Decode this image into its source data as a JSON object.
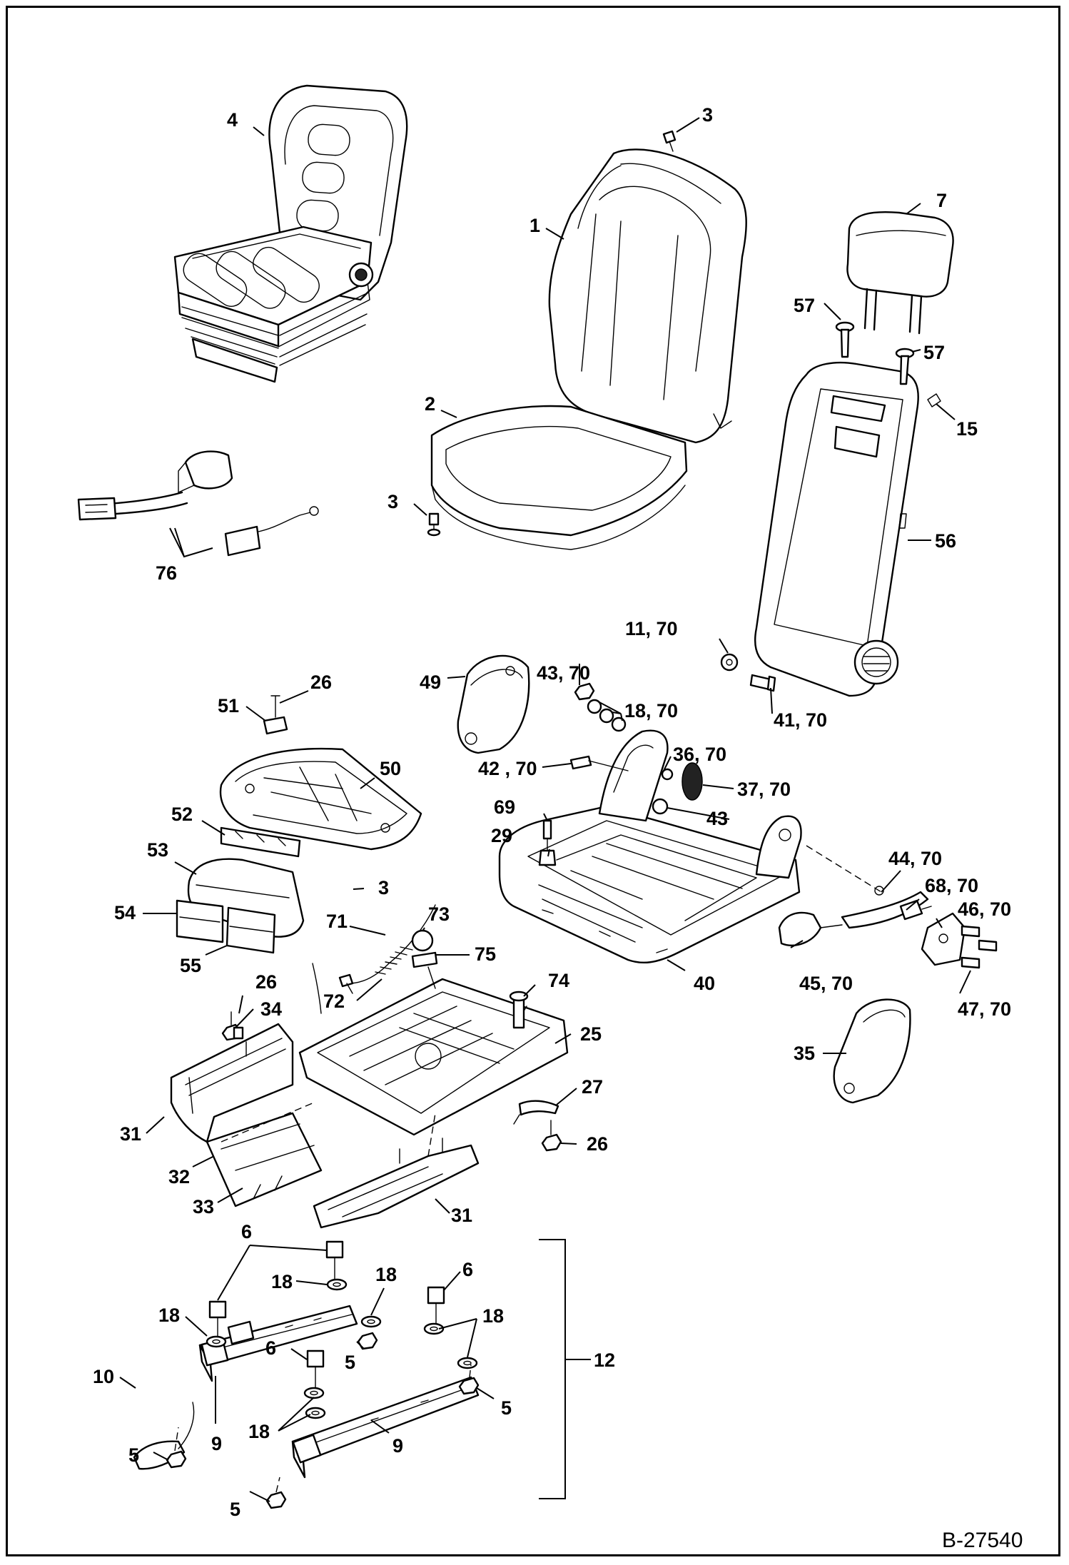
{
  "drawing_ref": "B-27540",
  "callouts": {
    "c3a": "3",
    "c4": "4",
    "c1": "1",
    "c7": "7",
    "c57a": "57",
    "c57b": "57",
    "c15": "15",
    "c2": "2",
    "c3b": "3",
    "c56": "56",
    "c76": "76",
    "c11_70": "11, 70",
    "c49": "49",
    "c43_70": "43, 70",
    "c18_70": "18, 70",
    "c41_70": "41, 70",
    "c26a": "26",
    "c51": "51",
    "c50": "50",
    "c42_70": "42 , 70",
    "c36_70": "36, 70",
    "c37_70": "37, 70",
    "c69": "69",
    "c43": "43",
    "c52": "52",
    "c29": "29",
    "c44_70": "44, 70",
    "c53": "53",
    "c3c": "3",
    "c68_70": "68, 70",
    "c46_70": "46, 70",
    "c73": "73",
    "c54": "54",
    "c71": "71",
    "c75": "75",
    "c40": "40",
    "c55": "55",
    "c26b": "26",
    "c74": "74",
    "c45_70": "45, 70",
    "c72": "72",
    "c47_70": "47, 70",
    "c34": "34",
    "c25": "25",
    "c35": "35",
    "c27": "27",
    "c31a": "31",
    "c26c": "26",
    "c32": "32",
    "c33": "33",
    "c31b": "31",
    "c6a": "6",
    "c18a": "18",
    "c18b": "18",
    "c6b": "6",
    "c18c": "18",
    "c18d": "18",
    "c12": "12",
    "c10": "10",
    "c5a": "5",
    "c6c": "6",
    "c5b": "5",
    "c18e": "18",
    "c9a": "9",
    "c9b": "9",
    "c5c": "5",
    "c5d": "5"
  }
}
